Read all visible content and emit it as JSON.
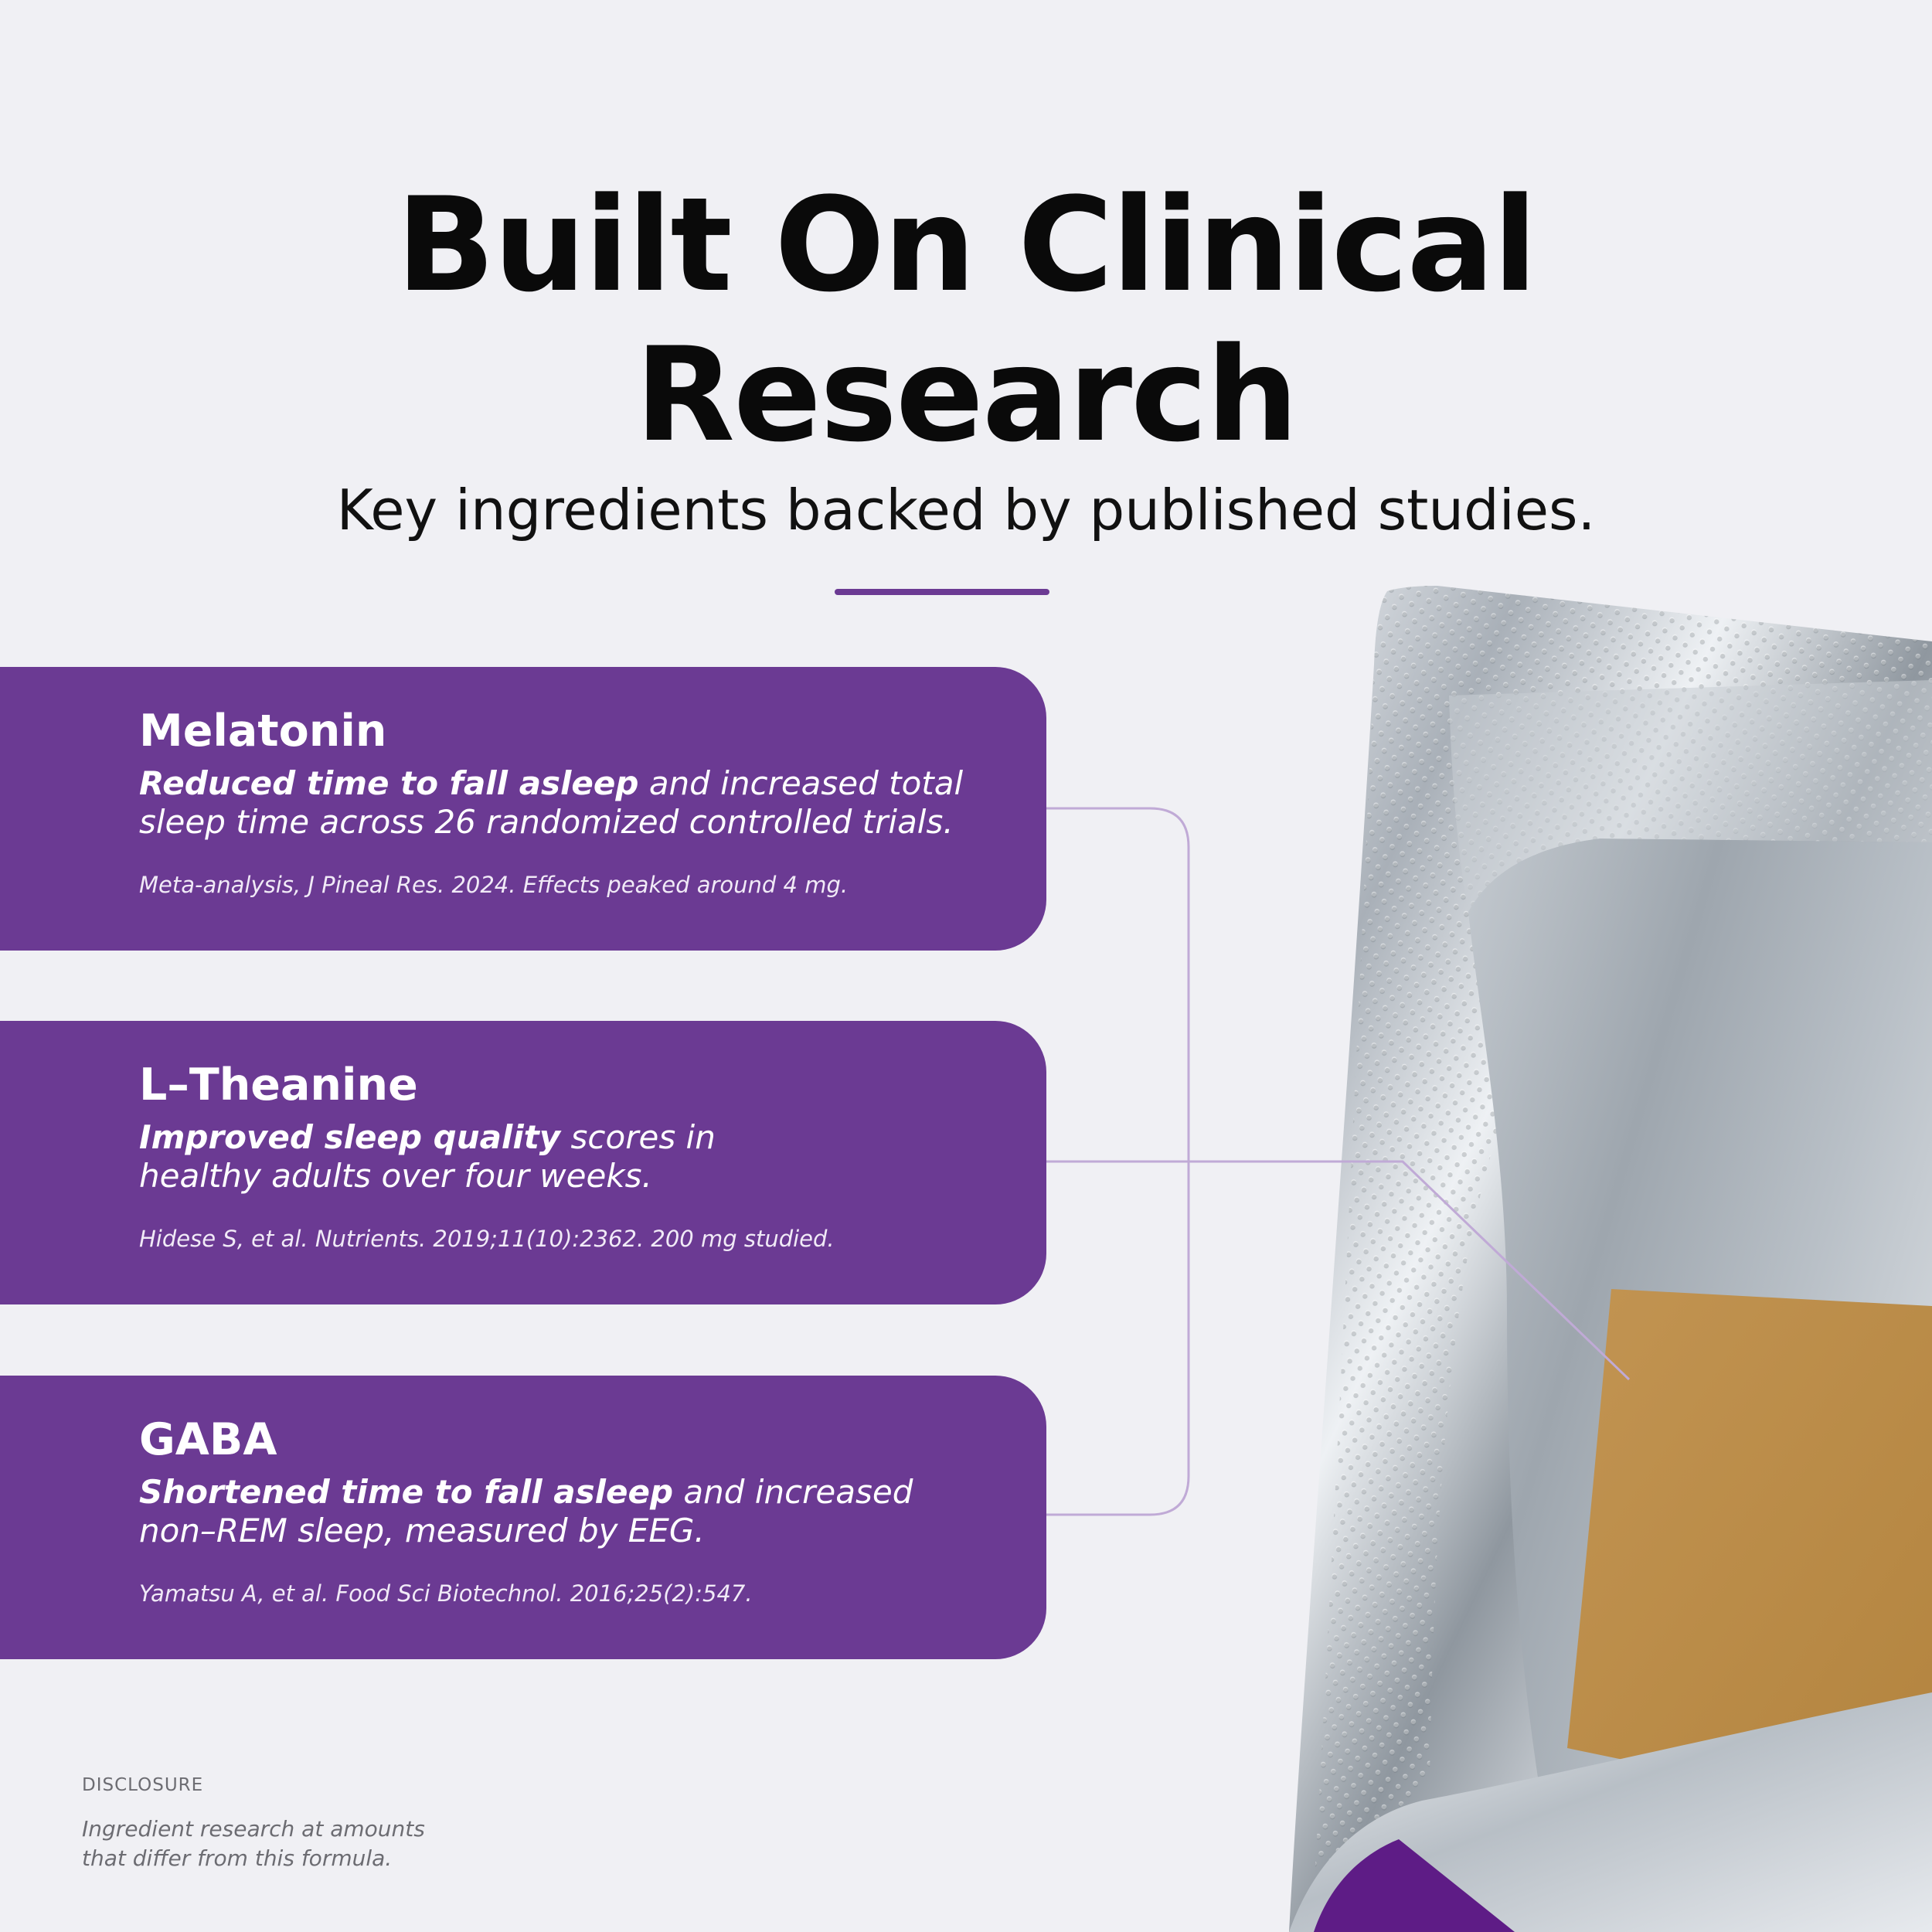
{
  "header": {
    "title_line1": "Built On Clinical",
    "title_line2": "Research",
    "subtitle": "Key ingredients backed by published studies."
  },
  "ingredients": [
    {
      "name": "Melatonin",
      "claim_bold": "Reduced time to fall asleep",
      "claim_rest_1": " and increased total",
      "claim_line2": "sleep time across 26 randomized controlled trials.",
      "citation": "Meta-analysis, J Pineal Res. 2024. Effects peaked around 4 mg."
    },
    {
      "name": "L–Theanine",
      "claim_bold": "Improved sleep quality",
      "claim_rest_1": " scores in",
      "claim_line2": "healthy adults over four weeks.",
      "citation": "Hidese S, et al. Nutrients. 2019;11(10):2362. 200 mg studied."
    },
    {
      "name": "GABA",
      "claim_bold": "Shortened time to fall asleep",
      "claim_rest_1": " and increased",
      "claim_line2": "non–REM sleep, measured by EEG.",
      "citation": "Yamatsu A, et al. Food Sci Biotechnol. 2016;25(2):547."
    }
  ],
  "disclosure": {
    "label": "DISCLOSURE",
    "line1": "Ingredient research at amounts",
    "line2": "that differ from this formula."
  },
  "colors": {
    "accent": "#6b3a93",
    "background": "#f0f0f4",
    "connector": "#c0aad6",
    "strip": "#b98a48"
  }
}
